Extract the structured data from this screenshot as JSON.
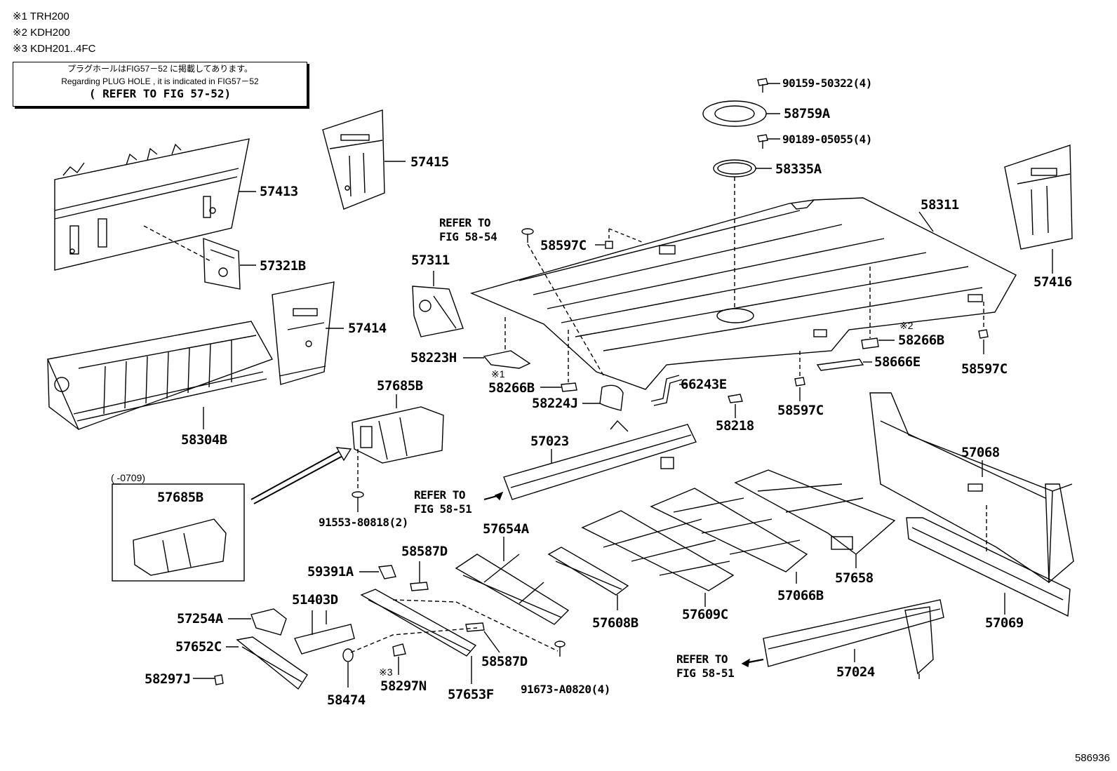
{
  "notes": [
    "※1 TRH200",
    "※2 KDH200",
    "※3 KDH201..4FC"
  ],
  "notice": {
    "jp": "プラグホールはFIG57－52 に掲載してあります。",
    "en": "Regarding PLUG HOLE , it is indicated in FIG57－52",
    "ref": "( REFER TO FIG 57-52)"
  },
  "range_label": "(      -0709)",
  "markers": {
    "m1": "※1",
    "m2": "※2",
    "m3": "※3"
  },
  "refs": {
    "r1": {
      "a": "REFER TO",
      "b": "FIG 58-54"
    },
    "r2": {
      "a": "REFER TO",
      "b": "FIG 58-51"
    },
    "r3": {
      "a": "REFER TO",
      "b": "FIG 58-51"
    }
  },
  "parts": {
    "p90159": "90159-50322(4)",
    "p58759A": "58759A",
    "p90189": "90189-05055(4)",
    "p58335A": "58335A",
    "p58311": "58311",
    "p57416": "57416",
    "p57415": "57415",
    "p57413": "57413",
    "p57321B": "57321B",
    "p57414": "57414",
    "p58304B": "58304B",
    "p57311": "57311",
    "p58597C_a": "58597C",
    "p58223H": "58223H",
    "p58266B_a": "58266B",
    "p58224J": "58224J",
    "p66243E": "66243E",
    "p58218": "58218",
    "p58597C_b": "58597C",
    "p58266B_b": "58266B",
    "p58666E": "58666E",
    "p58597C_c": "58597C",
    "p57685B_a": "57685B",
    "p57685B_b": "57685B",
    "p91553": "91553-80818(2)",
    "p57023": "57023",
    "p57068": "57068",
    "p57654A": "57654A",
    "p58587D_a": "58587D",
    "p59391A": "59391A",
    "p51403D": "51403D",
    "p57254A": "57254A",
    "p57652C": "57652C",
    "p58297J": "58297J",
    "p58474": "58474",
    "p58297N": "58297N",
    "p57653F": "57653F",
    "p58587D_b": "58587D",
    "p91673": "91673-A0820(4)",
    "p57608B": "57608B",
    "p57609C": "57609C",
    "p57066B": "57066B",
    "p57658": "57658",
    "p57069": "57069",
    "p57024": "57024"
  },
  "figure_code": "586936"
}
